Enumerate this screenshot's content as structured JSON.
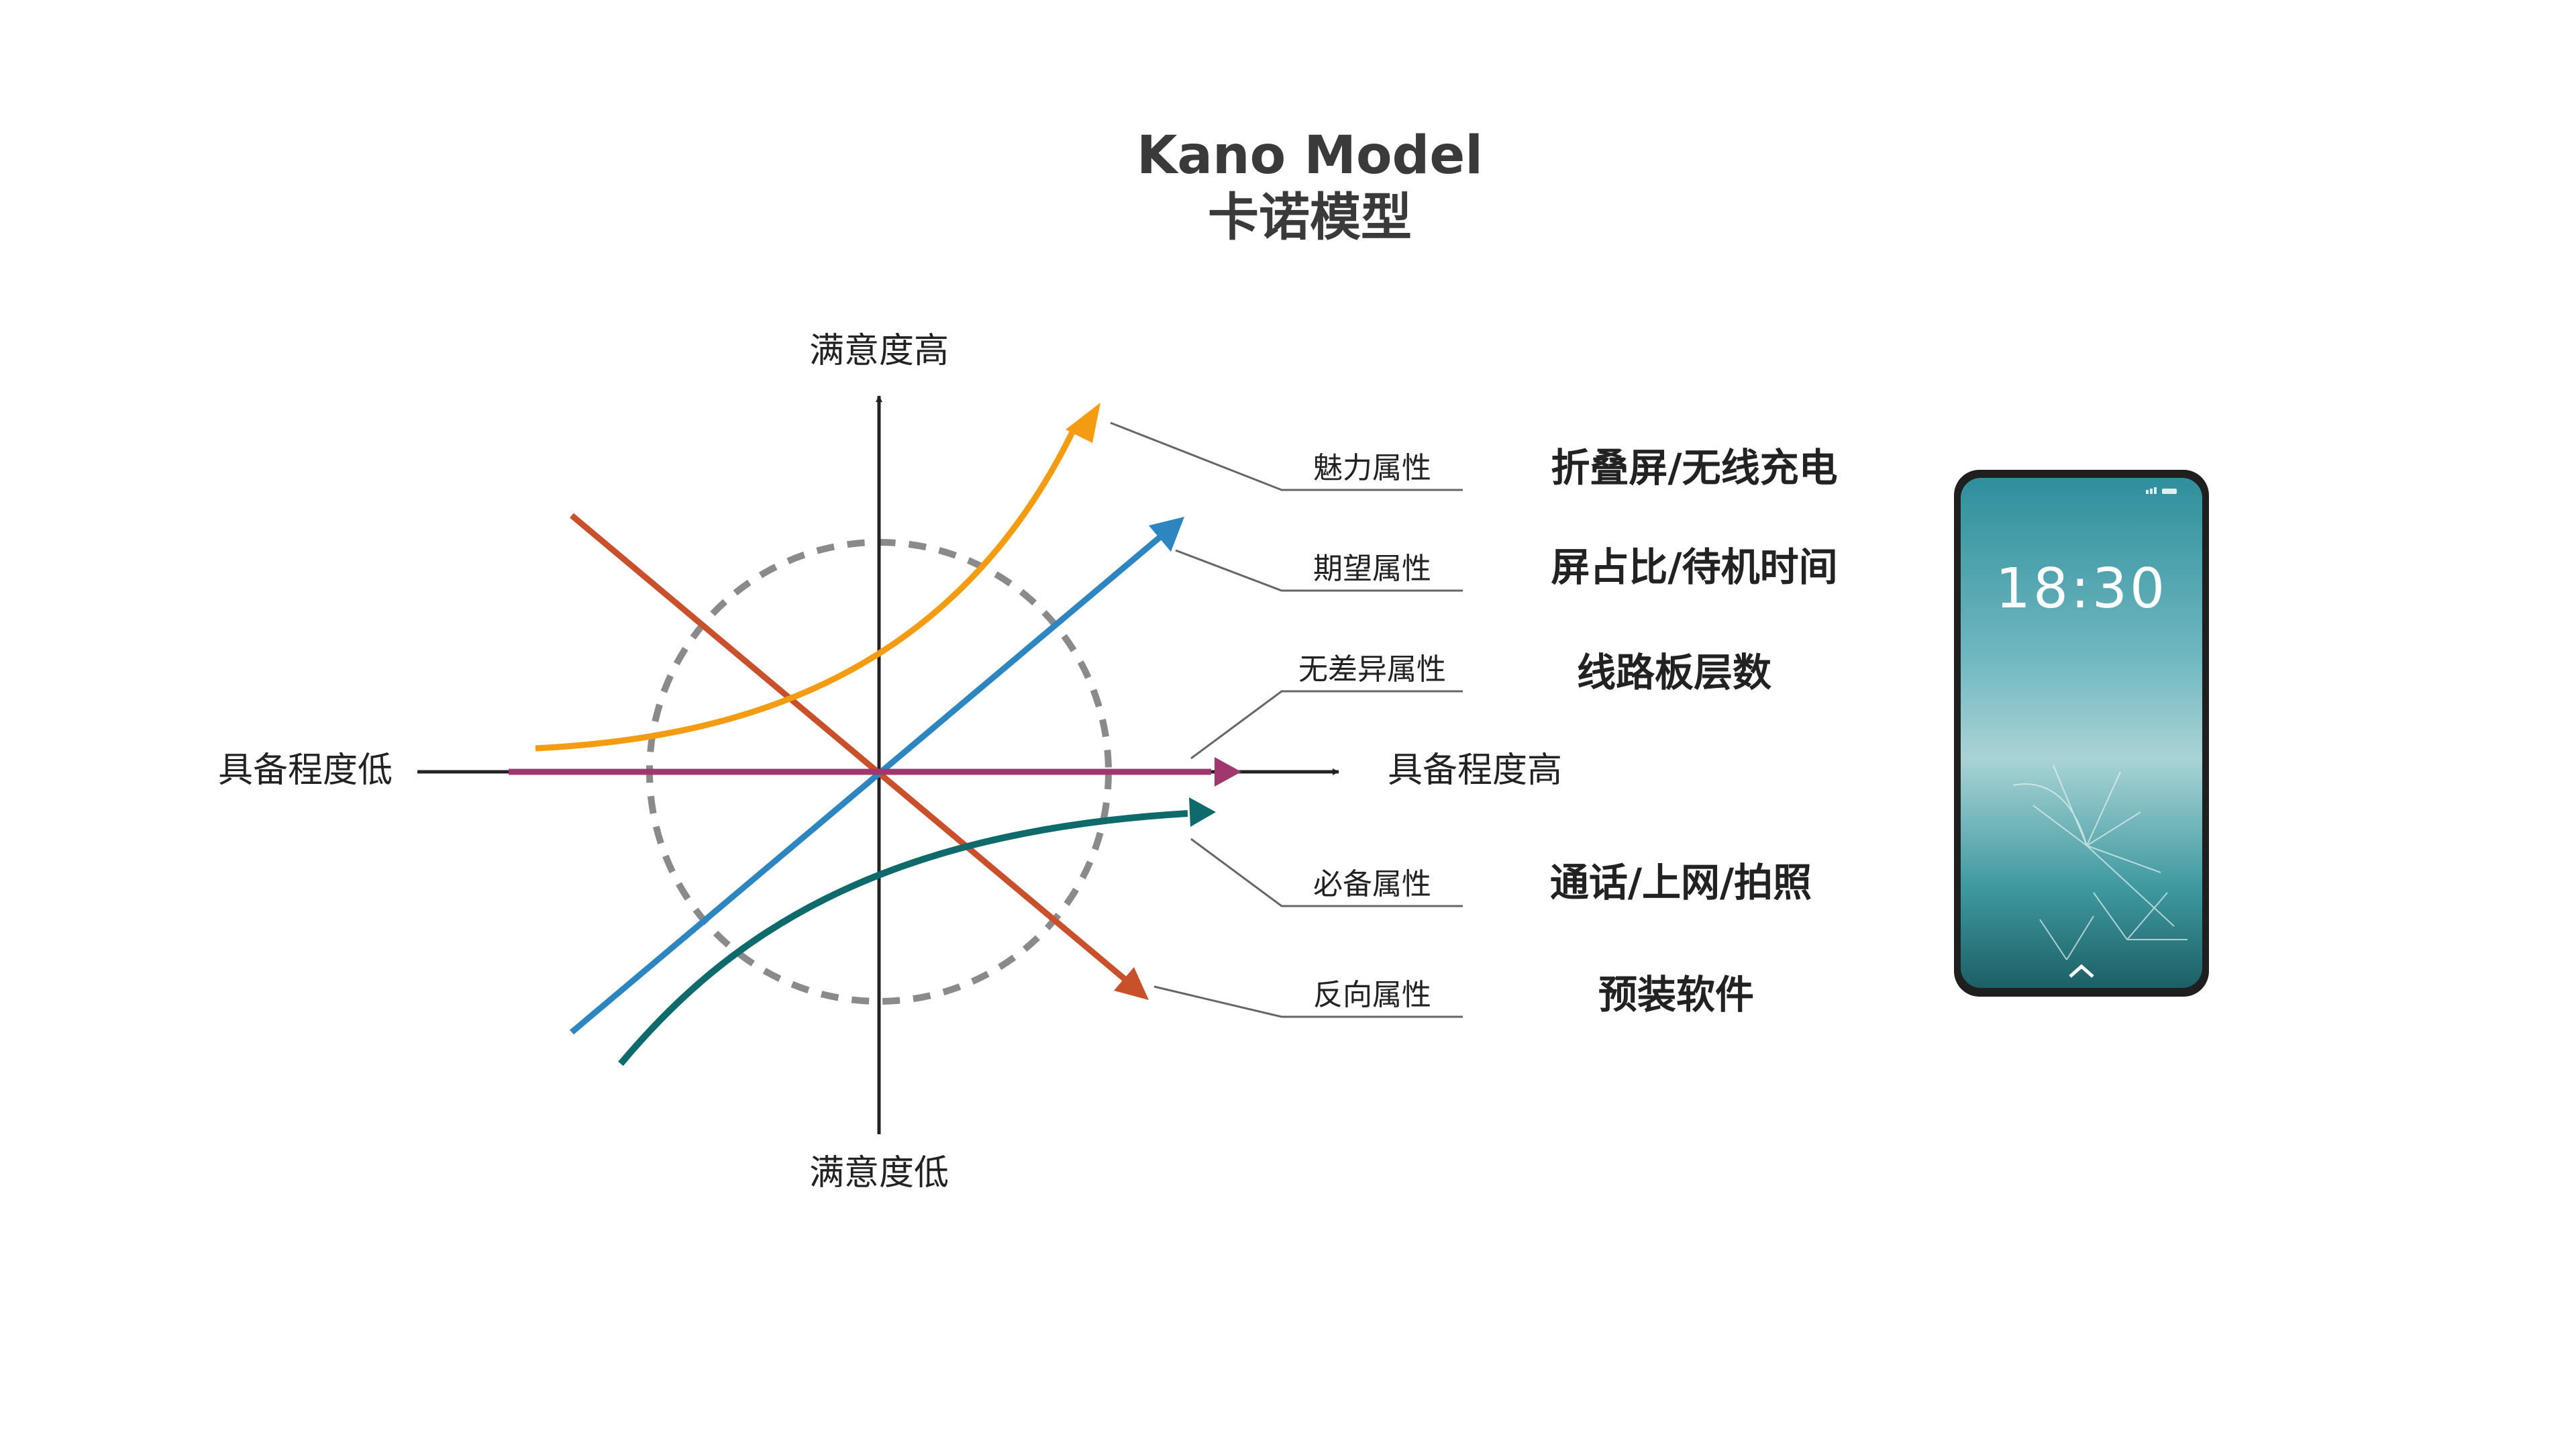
{
  "title": {
    "en": "Kano Model",
    "zh": "卡诺模型"
  },
  "axes": {
    "y_top": "满意度高",
    "y_bottom": "满意度低",
    "x_left": "具备程度低",
    "x_right": "具备程度高"
  },
  "attributes": [
    {
      "label": "魅力属性",
      "example": "折叠屏/无线充电",
      "color": "#f39c12"
    },
    {
      "label": "期望属性",
      "example": "屏占比/待机时间",
      "color": "#2e86c1"
    },
    {
      "label": "无差异属性",
      "example": "线路板层数",
      "color": "#a0386e"
    },
    {
      "label": "必备属性",
      "example": "通话/上网/拍照",
      "color": "#0f6b6b"
    },
    {
      "label": "反向属性",
      "example": "预装软件",
      "color": "#c8502a"
    }
  ],
  "phone": {
    "time": "18:30"
  },
  "colors": {
    "circle": "#8a8a8a",
    "axis": "#222222",
    "leader": "#666666"
  }
}
